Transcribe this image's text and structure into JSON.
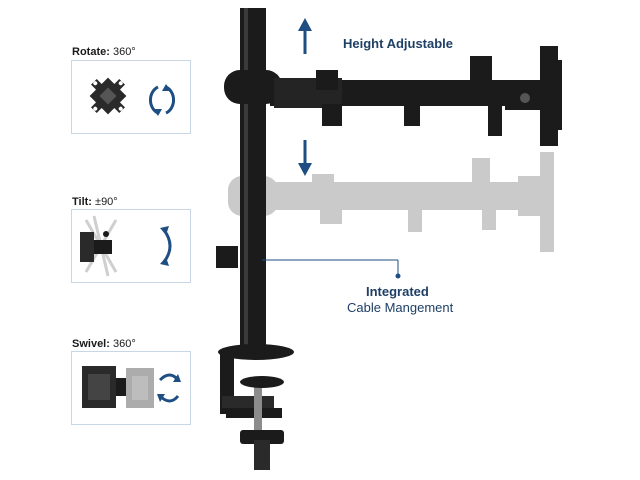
{
  "features": {
    "rotate": {
      "name": "Rotate:",
      "value": "360°"
    },
    "tilt": {
      "name": "Tilt:",
      "value": "±90°"
    },
    "swivel": {
      "name": "Swivel:",
      "value": "360°"
    }
  },
  "callouts": {
    "height": {
      "title": "Height Adjustable"
    },
    "cable": {
      "title": "Integrated",
      "subtitle": "Cable Mangement"
    }
  },
  "colors": {
    "accent": "#1e4e82",
    "metal": "#1b1b1b",
    "ghost": "#b8b8b8",
    "panel_border": "#c9d6e3"
  },
  "icons": [
    "arrow-up-icon",
    "arrow-down-icon",
    "rotate-cw-icon",
    "tilt-arc-icon",
    "swivel-arrows-icon"
  ]
}
